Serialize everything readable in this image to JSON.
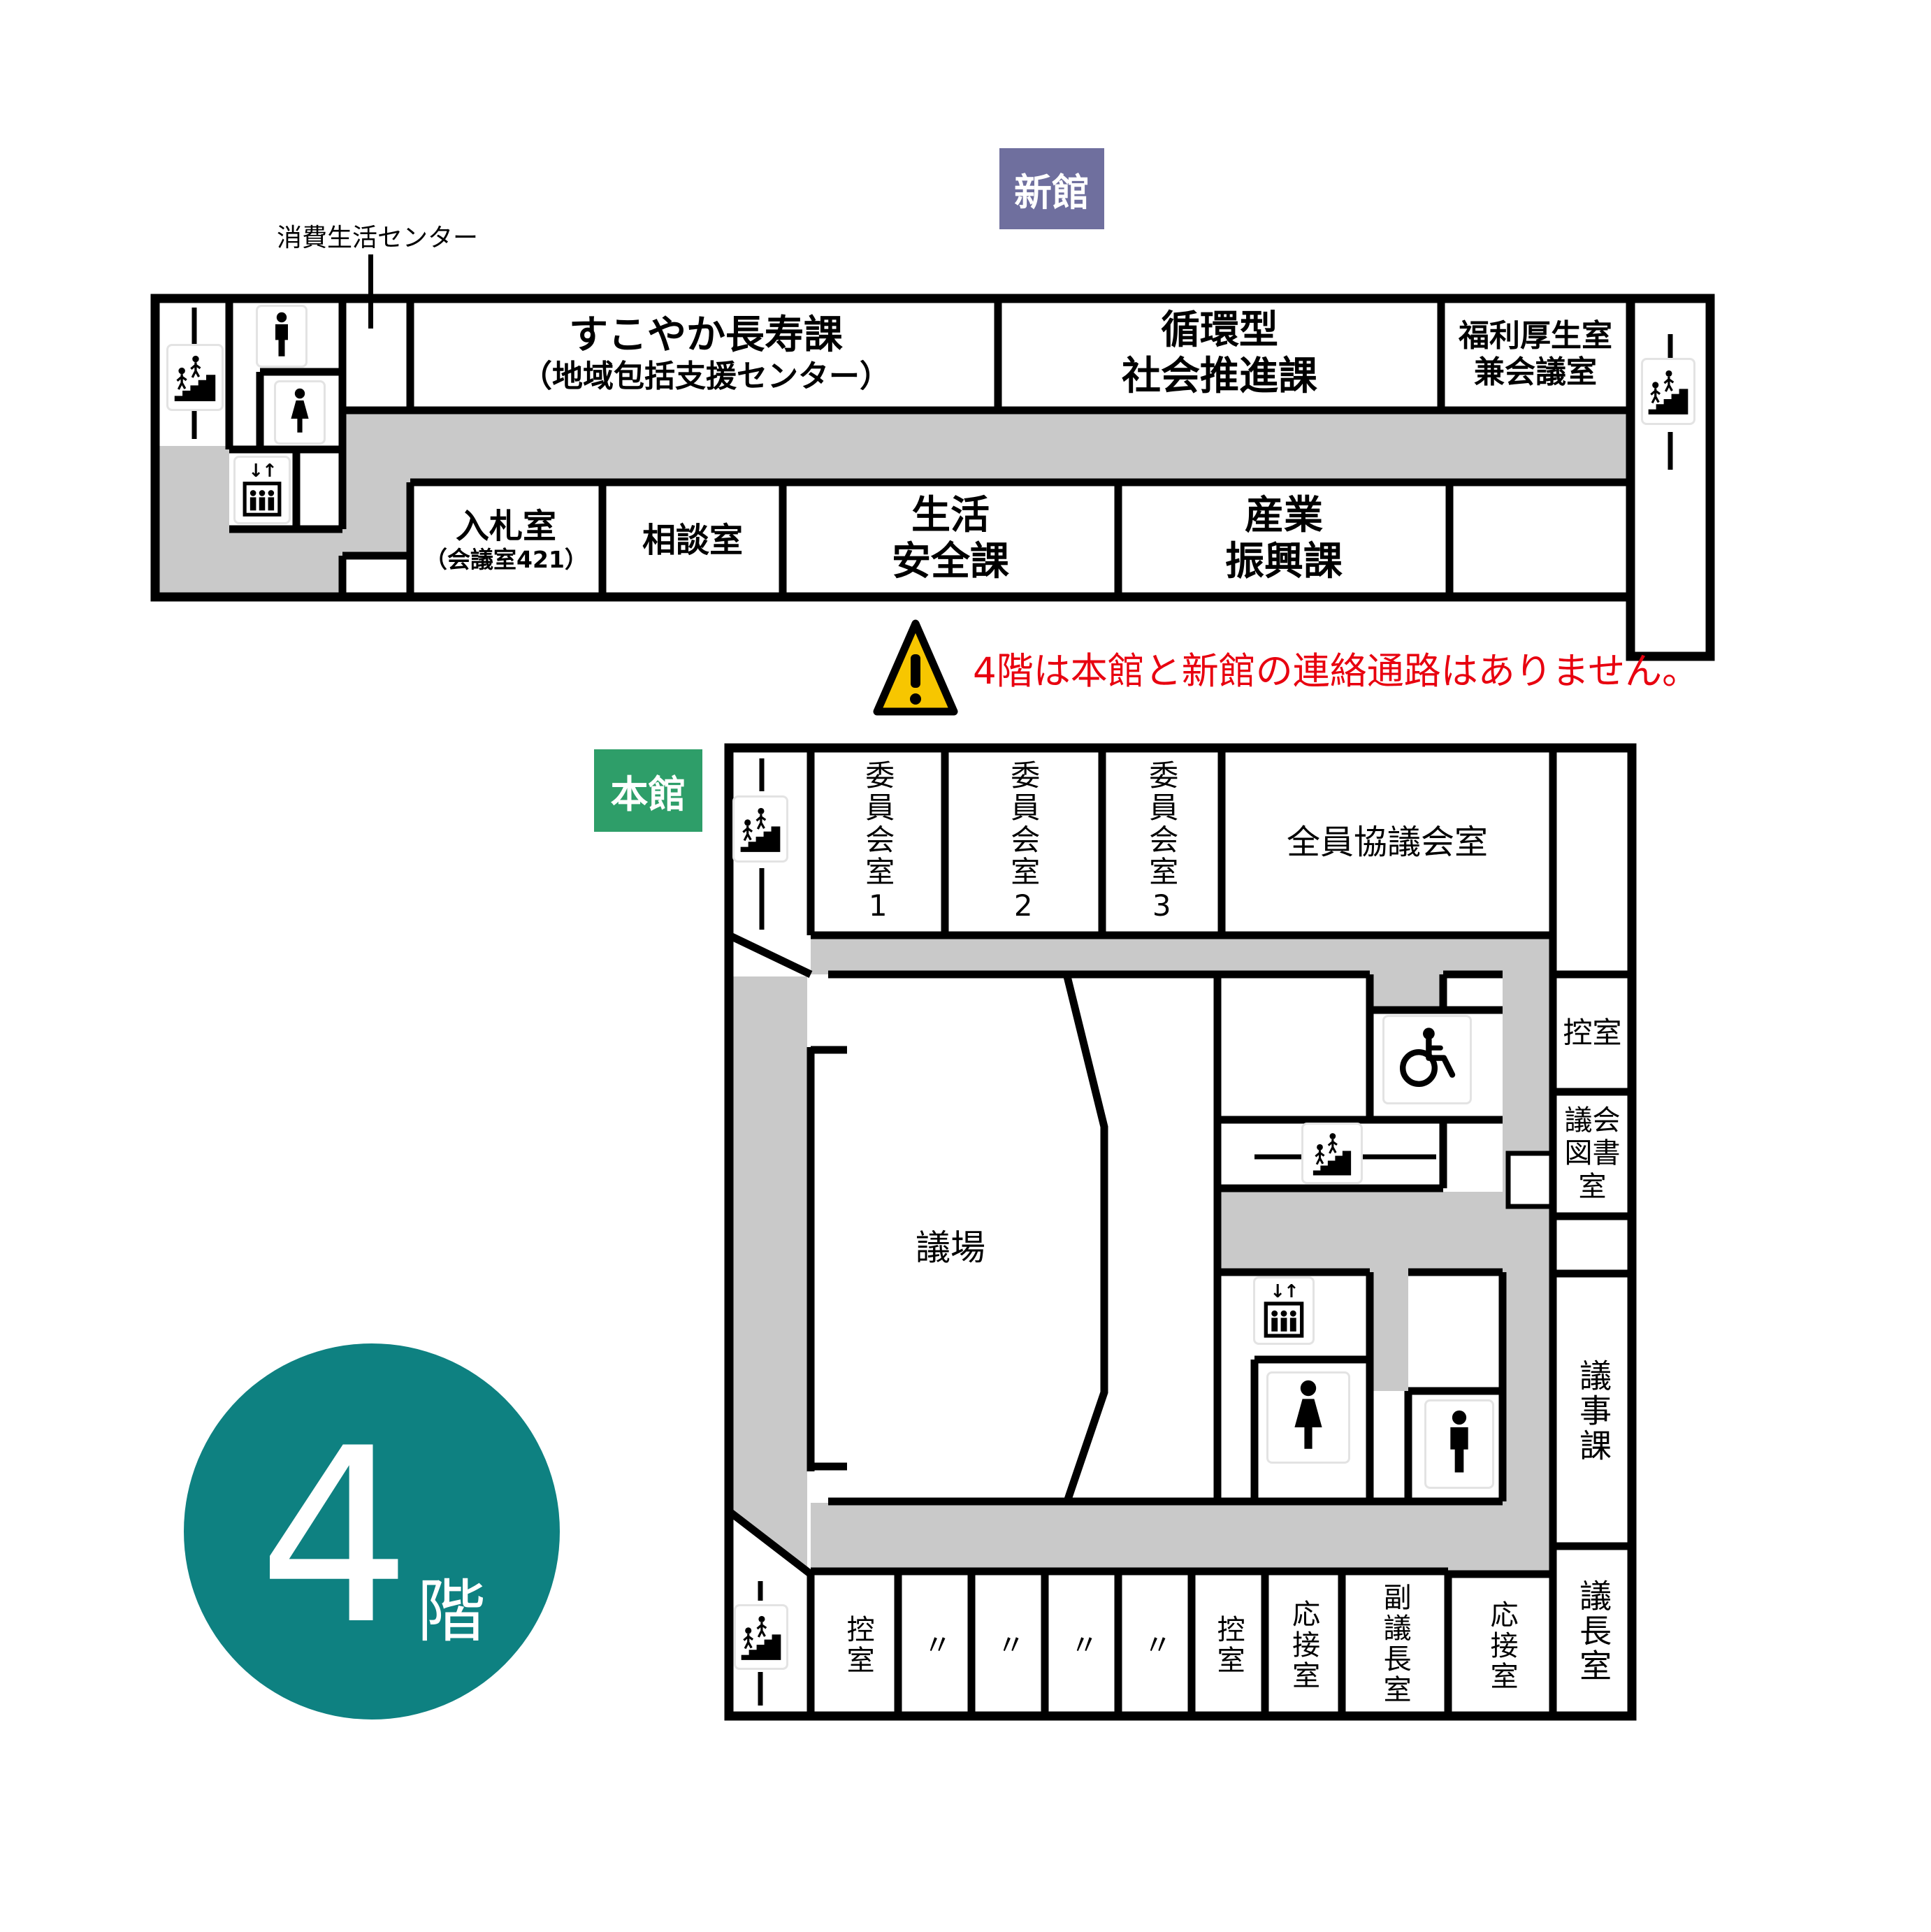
{
  "floor_badge": {
    "number": "4",
    "suffix": "階"
  },
  "colors": {
    "new_wing_badge": "#6F6F9E",
    "main_wing_badge": "#2E9E69",
    "floor_circle": "#0E8181",
    "warning_text": "#E8000F",
    "warning_triangle": "#F7C600",
    "corridor": "#C9C9C9",
    "wall": "#000000"
  },
  "warning": {
    "mark": "!",
    "text": "4階は本館と新館の連絡通路はありません。"
  },
  "new_wing": {
    "badge": "新館",
    "annotation": "消費生活センター",
    "rooms": {
      "sukoyaka": {
        "line1": "すこやか長寿課",
        "line2": "（地域包括支援センター）"
      },
      "junkangata": {
        "line1": "循環型",
        "line2": "社会推進課"
      },
      "fukuri_kosei": {
        "line1": "福利厚生室",
        "line2": "兼会議室"
      },
      "nyusatsu": {
        "line1": "入札室",
        "line2": "（会議室421）"
      },
      "sodan": "相談室",
      "seikatsu_anzen": {
        "line1": "生活",
        "line2": "安全課"
      },
      "sangyo_shinko": {
        "line1": "産業",
        "line2": "振興課"
      }
    }
  },
  "main_wing": {
    "badge": "本館",
    "rooms": {
      "iinkai1": "委員会室1",
      "iinkai2": "委員会室2",
      "iinkai3": "委員会室3",
      "zenin_kyogi": "全員協議会室",
      "gijo": "議場",
      "hikaeshitsu": "控室",
      "gikai_tosho": {
        "line1": "議会",
        "line2": "図書室"
      },
      "gijika": "議事課",
      "gichoshitsu": "議長室",
      "bottom_row": [
        "控室",
        "〃",
        "〃",
        "〃",
        "〃",
        "控室",
        "応接室",
        "副議長室",
        "応接室"
      ]
    }
  },
  "icons": {
    "stairs": "stairs-icon",
    "elevator": "elevator-icon",
    "elevator_arrows": "↓↑",
    "men": "mens-restroom-icon",
    "women": "womens-restroom-icon",
    "wheelchair": "accessible-restroom-icon",
    "warning": "warning-triangle-icon"
  }
}
